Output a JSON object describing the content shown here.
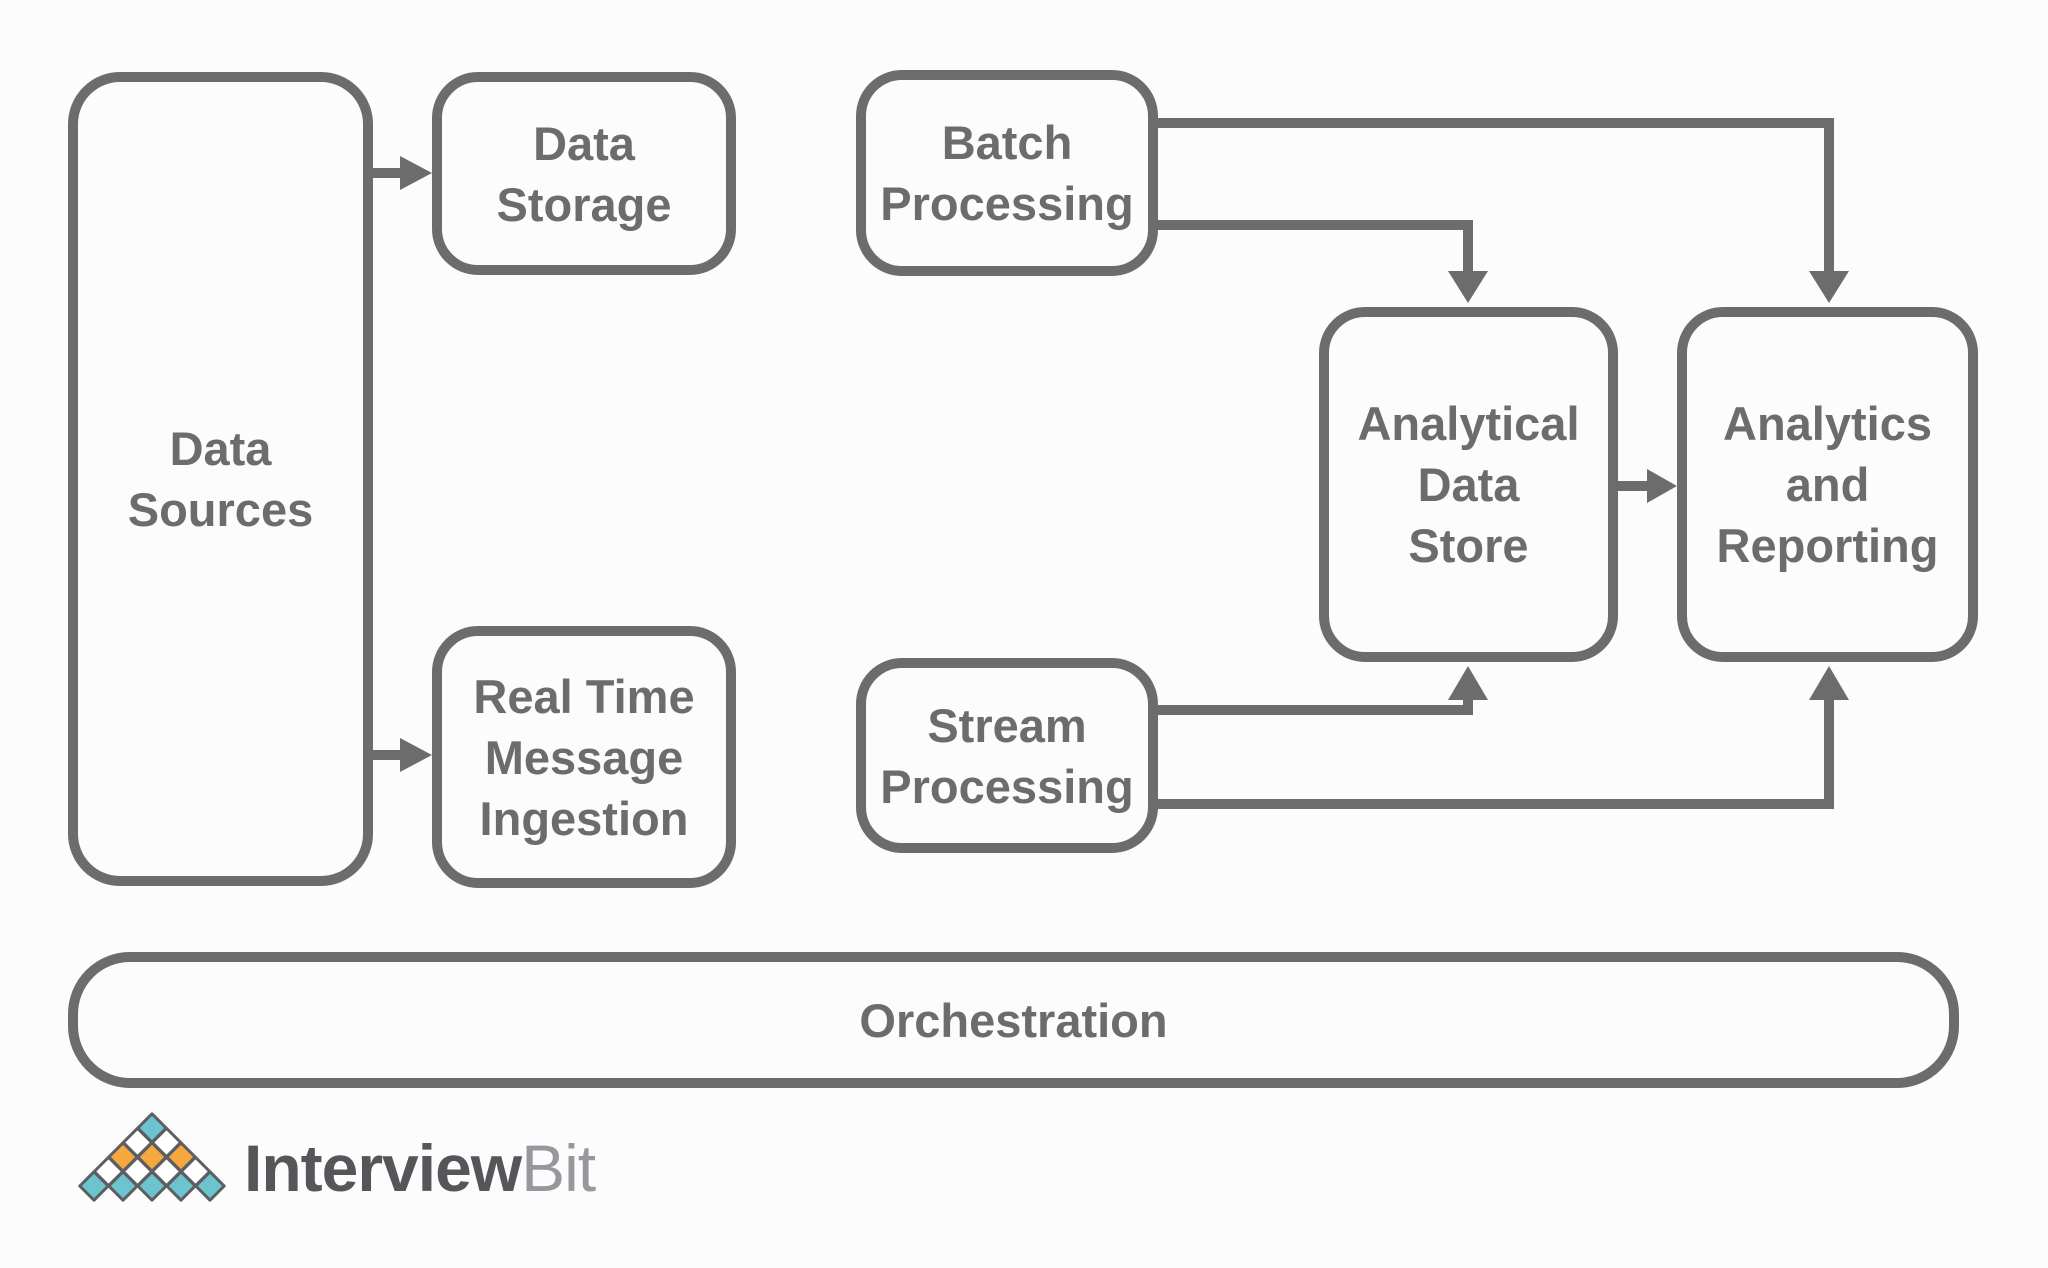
{
  "colors": {
    "background": "#fcfcfc",
    "stroke": "#6c6c6c",
    "text": "#6c6c6c"
  },
  "nodes": {
    "data_sources": {
      "lines": [
        "Data",
        "Sources"
      ]
    },
    "data_storage": {
      "lines": [
        "Data",
        "Storage"
      ]
    },
    "real_time_message_ingestion": {
      "lines": [
        "Real Time",
        "Message",
        "Ingestion"
      ]
    },
    "batch_processing": {
      "lines": [
        "Batch",
        "Processing"
      ]
    },
    "stream_processing": {
      "lines": [
        "Stream",
        "Processing"
      ]
    },
    "analytical_data_store": {
      "lines": [
        "Analytical",
        "Data",
        "Store"
      ]
    },
    "analytics_and_reporting": {
      "lines": [
        "Analytics",
        "and",
        "Reporting"
      ]
    },
    "orchestration": {
      "lines": [
        "Orchestration"
      ]
    }
  },
  "edges": [
    {
      "from": "data_sources",
      "to": "data_storage"
    },
    {
      "from": "data_sources",
      "to": "real_time_message_ingestion"
    },
    {
      "from": "batch_processing",
      "to": "analytics_and_reporting"
    },
    {
      "from": "batch_processing",
      "to": "analytical_data_store"
    },
    {
      "from": "stream_processing",
      "to": "analytical_data_store"
    },
    {
      "from": "stream_processing",
      "to": "analytics_and_reporting"
    },
    {
      "from": "analytical_data_store",
      "to": "analytics_and_reporting"
    }
  ],
  "logo": {
    "brand_primary": "Interview",
    "brand_secondary": "Bit",
    "colors": {
      "teal": "#6cc5ce",
      "orange": "#f5a83e",
      "white": "#ffffff",
      "outline": "#5d5e62",
      "primary_text": "#55565a",
      "secondary_text": "#97989d"
    }
  }
}
